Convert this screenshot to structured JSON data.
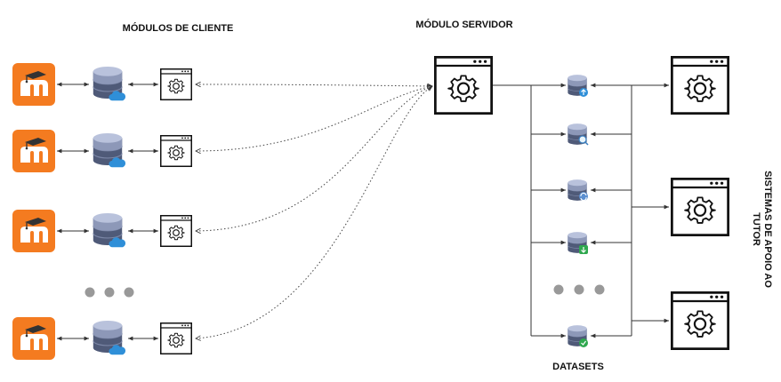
{
  "labels": {
    "client_modules": "MÓDULOS DE CLIENTE",
    "server_module": "MÓDULO SERVIDOR",
    "datasets": "DATASETS",
    "tutor_systems_line1": "SISTEMAS DE APOIO AO",
    "tutor_systems_line2": "TUTOR"
  },
  "clients": [
    {
      "app": "moodle-logo-icon",
      "db": "database-cloud-icon",
      "module": "settings-window-icon"
    },
    {
      "app": "moodle-logo-icon",
      "db": "database-cloud-icon",
      "module": "settings-window-icon"
    },
    {
      "app": "moodle-logo-icon",
      "db": "database-cloud-icon",
      "module": "settings-window-icon"
    },
    {
      "app": "moodle-logo-icon",
      "db": "database-cloud-icon",
      "module": "settings-window-icon"
    }
  ],
  "datasets": [
    {
      "icon": "database-upload-icon",
      "badge_color": "#2f8fd8"
    },
    {
      "icon": "database-search-icon",
      "badge_color": "#e8f4fb"
    },
    {
      "icon": "database-sync-icon",
      "badge_color": "#5b8fd0"
    },
    {
      "icon": "database-download-icon",
      "badge_color": "#2fa84f"
    },
    {
      "icon": "database-check-icon",
      "badge_color": "#2fa84f"
    }
  ],
  "tutor_systems": [
    {
      "icon": "settings-window-icon"
    },
    {
      "icon": "settings-window-icon"
    },
    {
      "icon": "settings-window-icon"
    }
  ],
  "colors": {
    "moodle_orange": "#f47b20",
    "db_top": "#9aa6c4",
    "db_body": "#5a6583",
    "cloud": "#2f8fd8",
    "line": "#333333"
  }
}
